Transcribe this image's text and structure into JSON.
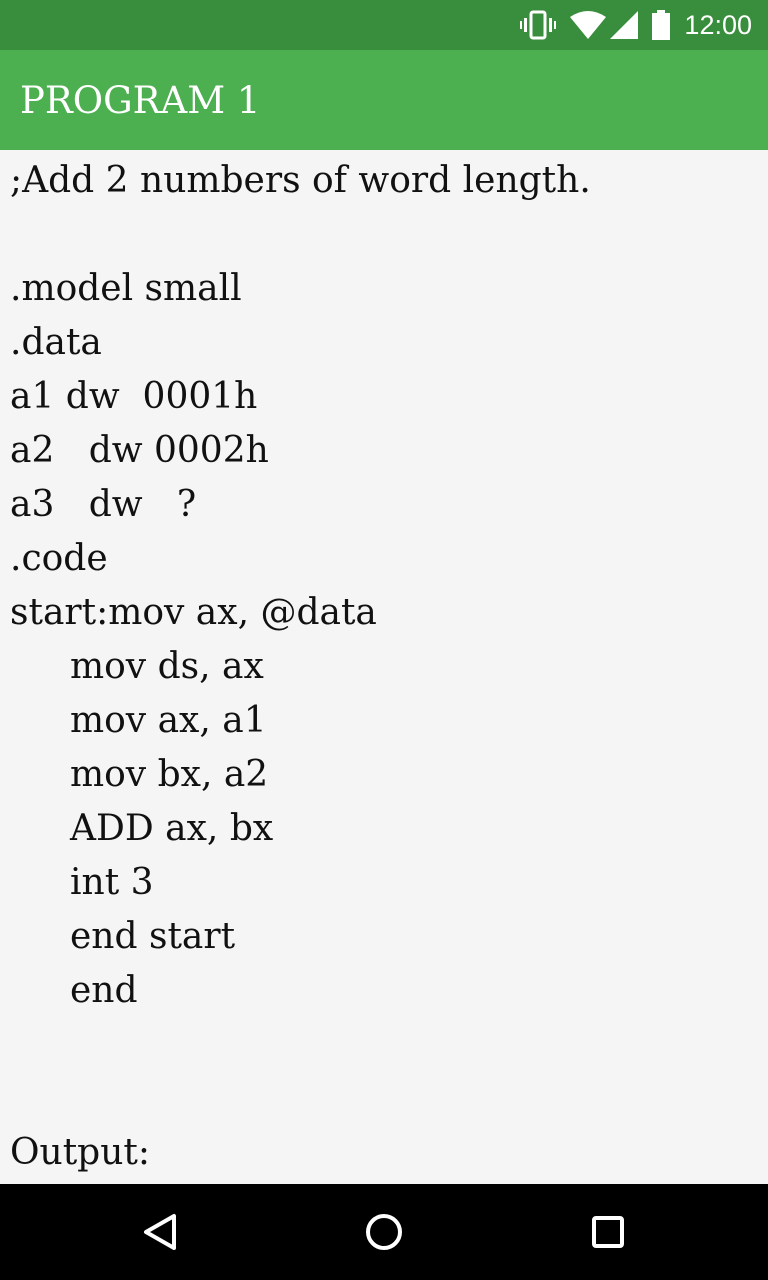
{
  "status_bar": {
    "time": "12:00",
    "icons": [
      "vibrate-icon",
      "wifi-icon",
      "cell-signal-icon",
      "battery-icon"
    ]
  },
  "app_bar": {
    "title": "PROGRAM 1"
  },
  "program": {
    "lines": [
      ";Add 2 numbers of word length.",
      "",
      ".model small",
      ".data",
      "a1 dw  0001h",
      "a2   dw 0002h",
      "a3   dw   ?",
      ".code",
      "start:mov ax, @data",
      "mov ds, ax",
      "mov ax, a1",
      "mov bx, a2",
      "ADD ax, bx",
      "int 3",
      "end start",
      "end",
      "",
      "",
      "Output:"
    ]
  },
  "nav_bar": {
    "icons": [
      "back-icon",
      "home-icon",
      "recents-icon"
    ]
  },
  "colors": {
    "status_bar": "#388e3c",
    "app_bar": "#4caf50",
    "background": "#f5f5f5",
    "nav_bar": "#000000"
  }
}
